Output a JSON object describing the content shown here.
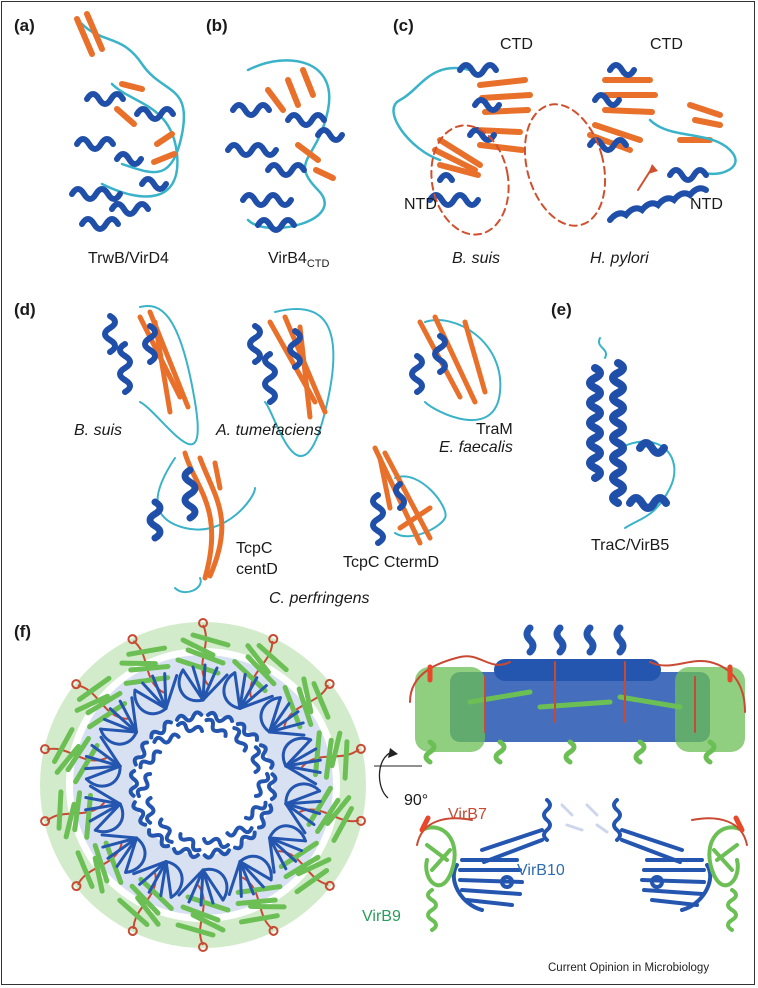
{
  "figure": {
    "journal_credit": "Current Opinion in Microbiology",
    "colors": {
      "helix": "#1f4fa8",
      "strand": "#e8702a",
      "loop": "#3ab3c9",
      "domain_outline": "#d0502e",
      "virb7": "#c94a33",
      "virb9": "#6bbf55",
      "virb10": "#2456b0",
      "virb9_label": "#2b9c5b",
      "virb10_label": "#2f6db0"
    }
  },
  "panels": {
    "a": {
      "label": "(a)",
      "caption": "TrwB/VirD4"
    },
    "b": {
      "label": "(b)",
      "caption_main": "VirB4",
      "caption_sub": "CTD"
    },
    "c": {
      "label": "(c)",
      "left": {
        "ctd": "CTD",
        "ntd": "NTD",
        "organism": "B. suis"
      },
      "right": {
        "ctd": "CTD",
        "ntd": "NTD",
        "organism": "H. pylori"
      }
    },
    "d": {
      "label": "(d)",
      "structures": [
        {
          "caption": "B. suis",
          "italic": true
        },
        {
          "caption": "A. tumefaciens",
          "italic": true
        },
        {
          "caption_line1": "TraM",
          "caption_line2": "E. faecalis"
        },
        {
          "caption_line1": "TcpC",
          "caption_line2": "centD"
        },
        {
          "caption": "TcpC CtermD"
        }
      ],
      "group_caption": "C. perfringens"
    },
    "e": {
      "label": "(e)",
      "caption": "TraC/VirB5"
    },
    "f": {
      "label": "(f)",
      "rotation": "90°",
      "labels": {
        "virb7": "VirB7",
        "virb9": "VirB9",
        "virb10": "VirB10"
      }
    }
  }
}
